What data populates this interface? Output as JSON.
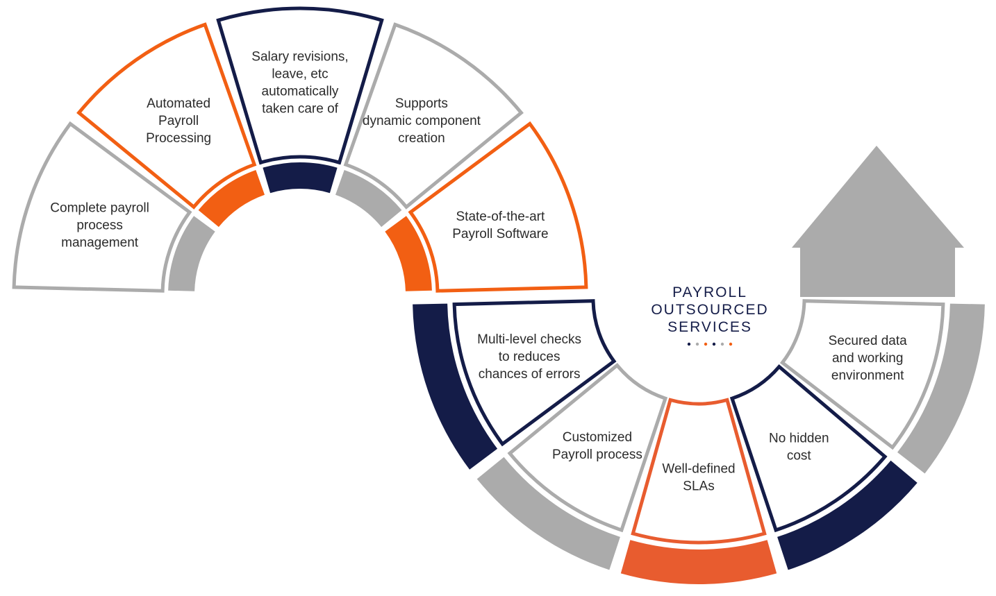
{
  "colors": {
    "navy": "#141c48",
    "orange": "#f25f13",
    "orange_light": "#e85c2f",
    "gray": "#ababab",
    "text": "#2b2b2b",
    "background": "#ffffff"
  },
  "center": {
    "title_lines": [
      "PAYROLL",
      "OUTSOURCED",
      "SERVICES"
    ],
    "dot_colors": [
      "#141c48",
      "#ababab",
      "#f25f13",
      "#141c48",
      "#ababab",
      "#f25f13"
    ]
  },
  "upper_arc": {
    "segments": [
      {
        "id": "complete-payroll",
        "lines": [
          "Complete payroll",
          "process",
          "management"
        ],
        "border": "gray",
        "inner": "gray"
      },
      {
        "id": "automated-payroll",
        "lines": [
          "Automated",
          "Payroll",
          "Processing"
        ],
        "border": "orange",
        "inner": "orange"
      },
      {
        "id": "salary-revisions",
        "lines": [
          "Salary revisions,",
          "leave, etc",
          "automatically",
          "taken care of"
        ],
        "border": "navy",
        "inner": "navy"
      },
      {
        "id": "dynamic-component",
        "lines": [
          "Supports",
          "dynamic component",
          "creation"
        ],
        "border": "gray",
        "inner": "gray"
      },
      {
        "id": "state-of-the-art",
        "lines": [
          "State-of-the-art",
          "Payroll Software"
        ],
        "border": "orange",
        "inner": "orange"
      }
    ]
  },
  "lower_arc": {
    "segments": [
      {
        "id": "multi-level-checks",
        "lines": [
          "Multi-level checks",
          "to reduces",
          "chances of errors"
        ],
        "border": "navy",
        "outer": "navy"
      },
      {
        "id": "customized-payroll",
        "lines": [
          "Customized",
          "Payroll process"
        ],
        "border": "gray",
        "outer": "gray"
      },
      {
        "id": "well-defined-slas",
        "lines": [
          "Well-defined",
          "SLAs"
        ],
        "border": "orange_light",
        "outer": "orange_light"
      },
      {
        "id": "no-hidden-cost",
        "lines": [
          "No hidden",
          "cost"
        ],
        "border": "navy",
        "outer": "navy"
      },
      {
        "id": "secured-data",
        "lines": [
          "Secured data",
          "and working",
          "environment"
        ],
        "border": "gray",
        "outer": "gray"
      }
    ]
  },
  "arrow": {
    "icon": "up-arrow-icon",
    "color": "gray"
  }
}
